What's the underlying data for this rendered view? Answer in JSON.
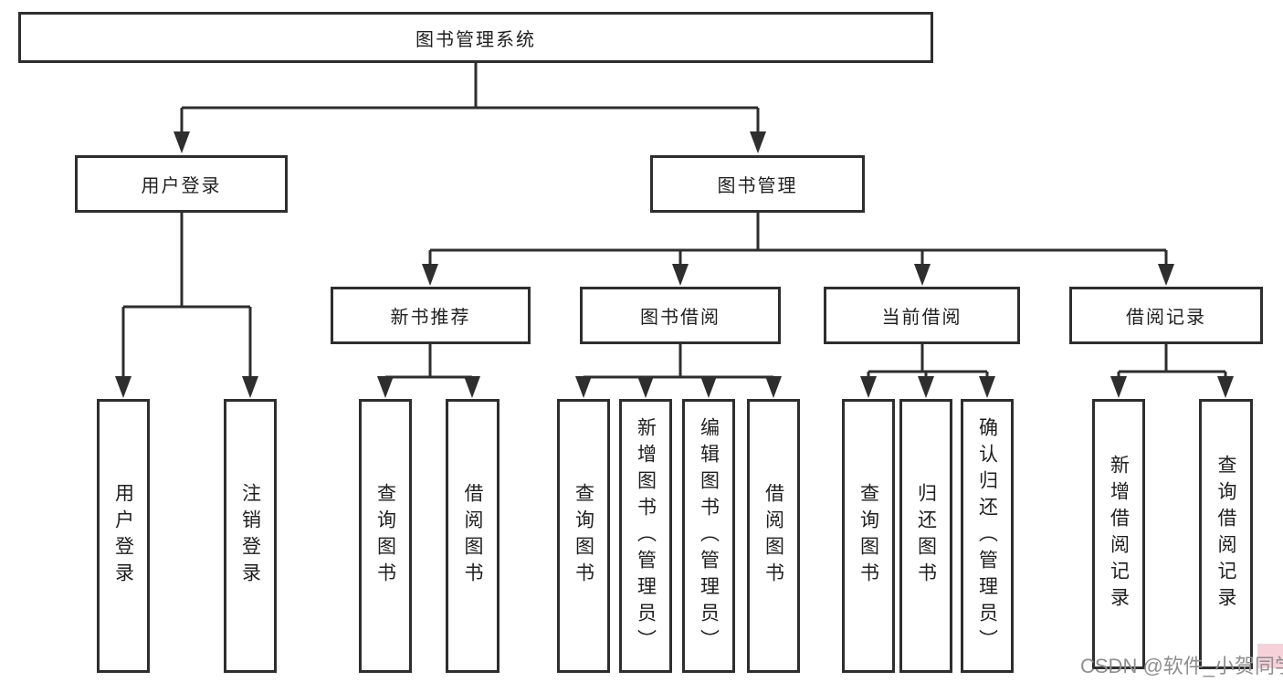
{
  "diagram_type": "hierarchy-tree",
  "nodes": {
    "root": "图书管理系统",
    "level2": [
      "用户登录",
      "图书管理"
    ],
    "level3": [
      "新书推荐",
      "图书借阅",
      "当前借阅",
      "借阅记录"
    ],
    "leaves": [
      "用户登录",
      "注销登录",
      "查询图书",
      "借阅图书",
      "查询图书",
      "新增图书（管理员）",
      "编辑图书（管理员）",
      "借阅图书",
      "查询图书",
      "归还图书",
      "确认归还（管理员）",
      "新增借阅记录",
      "查询借阅记录"
    ]
  },
  "hierarchy": {
    "图书管理系统": {
      "用户登录": [
        "用户登录",
        "注销登录"
      ],
      "图书管理": {
        "新书推荐": [
          "查询图书",
          "借阅图书"
        ],
        "图书借阅": [
          "查询图书",
          "新增图书（管理员）",
          "编辑图书（管理员）",
          "借阅图书"
        ],
        "当前借阅": [
          "查询图书",
          "归还图书",
          "确认归还（管理员）"
        ],
        "借阅记录": [
          "新增借阅记录",
          "查询借阅记录"
        ]
      }
    }
  },
  "watermark": "CSDN @软件_小贺同学",
  "colors": {
    "line": "#2e2e2e",
    "text": "#1f1f1f",
    "watermark": "#8f8f8f",
    "background": "#ffffff"
  }
}
